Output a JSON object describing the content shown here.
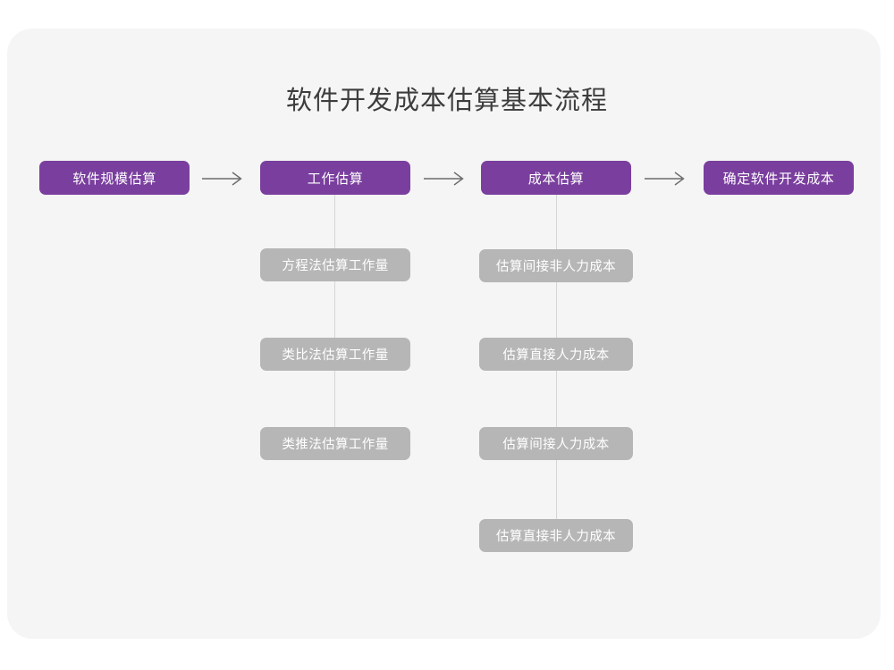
{
  "title": "软件开发成本估算基本流程",
  "colors": {
    "page_background": "#ffffff",
    "card_background": "#f5f5f5",
    "primary_node": "#7a3f9e",
    "secondary_node": "#b6b6b6",
    "node_text": "#ffffff",
    "title_text": "#3d3d3d",
    "connector": "#d5d5d5",
    "arrow": "#666666"
  },
  "flow": {
    "main_steps": [
      {
        "label": "软件规模估算",
        "id": "software-scale-estimation"
      },
      {
        "label": "工作估算",
        "id": "work-estimation"
      },
      {
        "label": "成本估算",
        "id": "cost-estimation"
      },
      {
        "label": "确定软件开发成本",
        "id": "determine-development-cost"
      }
    ],
    "arrows": [
      {
        "id": "arrow-1",
        "glyph": "arrow-right-icon"
      },
      {
        "id": "arrow-2",
        "glyph": "arrow-right-icon"
      },
      {
        "id": "arrow-3",
        "glyph": "arrow-right-icon"
      }
    ],
    "work_estimation_substeps": [
      {
        "label": "方程法估算工作量"
      },
      {
        "label": "类比法估算工作量"
      },
      {
        "label": "类推法估算工作量"
      }
    ],
    "cost_estimation_substeps": [
      {
        "label": "估算间接非人力成本"
      },
      {
        "label": "估算直接人力成本"
      },
      {
        "label": "估算间接人力成本"
      },
      {
        "label": "估算直接非人力成本"
      }
    ]
  }
}
